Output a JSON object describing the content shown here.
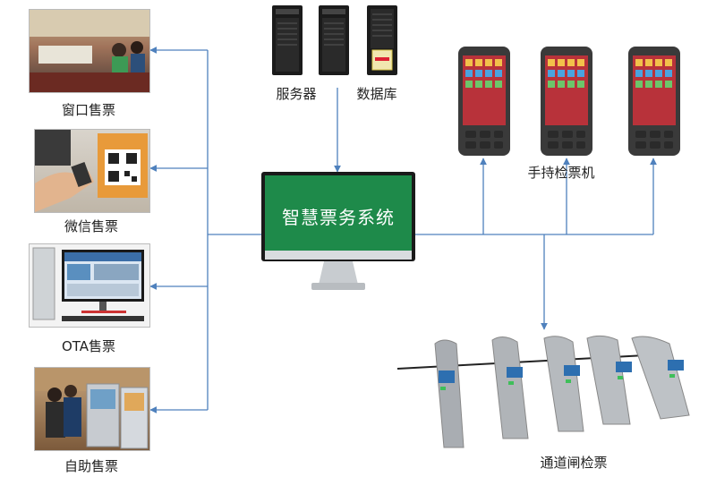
{
  "center": {
    "title": "智慧票务系统"
  },
  "left_channels": [
    {
      "label": "窗口售票"
    },
    {
      "label": "微信售票"
    },
    {
      "label": "OTA售票"
    },
    {
      "label": "自助售票"
    }
  ],
  "top_nodes": [
    {
      "label": "服务器"
    },
    {
      "label": "数据库"
    }
  ],
  "right_nodes": {
    "handheld": "手持检票机",
    "gates": "通道闸检票"
  },
  "colors": {
    "connector": "#4f81bd",
    "monitor_screen": "#1e8a4a",
    "monitor_frame": "#1a1a1a"
  }
}
